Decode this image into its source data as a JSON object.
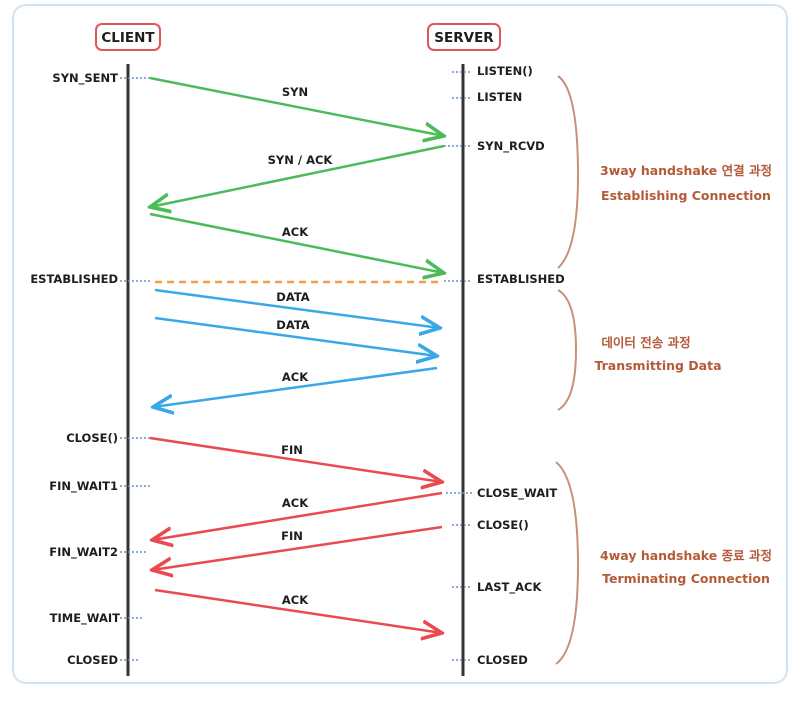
{
  "client_label": "CLIENT",
  "server_label": "SERVER",
  "client_states": [
    "SYN_SENT",
    "ESTABLISHED",
    "CLOSE()",
    "FIN_WAIT1",
    "FIN_WAIT2",
    "TIME_WAIT",
    "CLOSED"
  ],
  "server_states": [
    "LISTEN()",
    "LISTEN",
    "SYN_RCVD",
    "ESTABLISHED",
    "CLOSE_WAIT",
    "CLOSE()",
    "LAST_ACK",
    "CLOSED"
  ],
  "messages": [
    "SYN",
    "SYN / ACK",
    "ACK",
    "DATA",
    "DATA",
    "ACK",
    "FIN",
    "ACK",
    "FIN",
    "ACK"
  ],
  "phases": [
    {
      "line1": "3way handshake 연결 과정",
      "line2": "Establishing Connection"
    },
    {
      "line1": "데이터 전송 과정",
      "line2": "Transmitting Data"
    },
    {
      "line1": "4way handshake 종료 과정",
      "line2": "Terminating Connection"
    }
  ],
  "colors": {
    "handshake": "#4cbb5a",
    "data": "#3aa7e6",
    "termination": "#ea4a4f",
    "established_line": "#f59a45",
    "header_border": "#e0555a",
    "phase_text": "#b45a38",
    "brace": "#c98f78",
    "frame": "#cfe3f3"
  }
}
